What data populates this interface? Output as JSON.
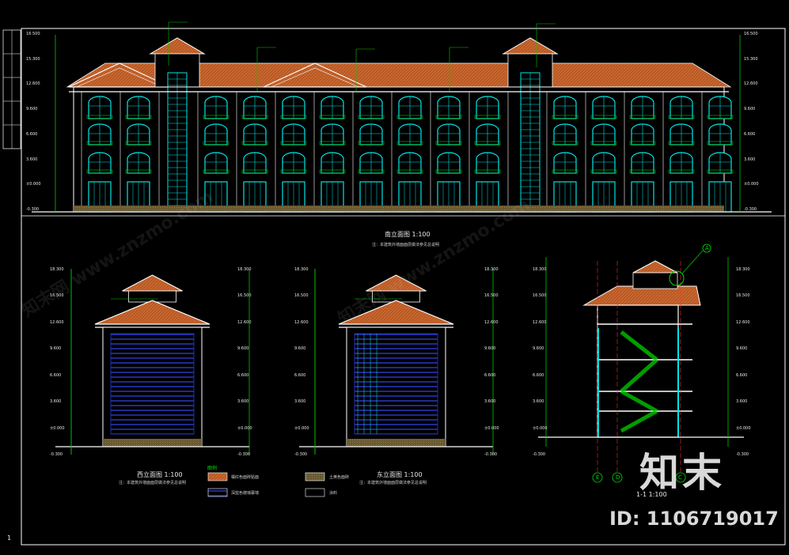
{
  "drawing": {
    "south_title": "南立面图 1:100",
    "south_note": "注：本建筑外墙面面层做法参见总说明",
    "west_title": "西立面图 1:100",
    "west_note": "注：本建筑外墙面面层做法参见总说明",
    "east_title": "东立面图 1:100",
    "east_note": "注：本建筑外墙面面层做法参见总说明",
    "section_title": "1-1 1:100",
    "sheet_number": "1",
    "detail_marker": "A",
    "axis_bubbles": [
      "E",
      "D",
      "C"
    ]
  },
  "legend": {
    "heading": "图例",
    "items": [
      {
        "text": "橘红色面砖贴面",
        "swatch": "#c8642a"
      },
      {
        "text": "土黄色面砖",
        "swatch": "#8a7a4a"
      },
      {
        "text": "深蓝色玻璃幕墙",
        "swatch": "#1a2a9a"
      },
      {
        "text": "涂料",
        "swatch": "#000000"
      }
    ]
  },
  "watermark": {
    "brand": "知末",
    "id_text": "ID: 1106719017",
    "faint_text": "知末网 www.znzmo.com"
  },
  "elevations_south": [
    "16.500",
    "15.300",
    "12.600",
    "9.600",
    "6.600",
    "3.600",
    "±0.000",
    "-0.300"
  ],
  "elevations_side": [
    "18.300",
    "16.500",
    "12.600",
    "9.600",
    "6.600",
    "3.600",
    "±0.000",
    "-0.300"
  ],
  "colors": {
    "roof": "#c8642a",
    "window": "#00e5e5",
    "wall": "#ffffff",
    "dim_green": "#00c800",
    "curtain_blue": "#2a3acc",
    "frame": "#ffffff"
  }
}
